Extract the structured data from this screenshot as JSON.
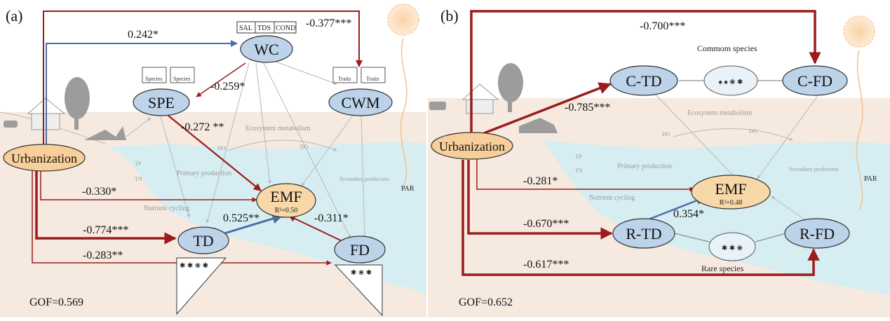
{
  "panels": [
    {
      "id": "a",
      "panel_label": "(a)",
      "gof": "GOF=0.569",
      "nodes": {
        "urbanization": "Urbanization",
        "wc": "WC",
        "spe": "SPE",
        "cwm": "CWM",
        "emf": "EMF",
        "emf_r2": "R²=0.50",
        "td": "TD",
        "fd": "FD"
      },
      "wc_box": [
        "SAL",
        "TDS",
        "COND"
      ],
      "spe_box": [
        "Species",
        "Species"
      ],
      "cwm_box": [
        "Traits",
        "Traits"
      ],
      "coefficients": {
        "urb_wc": "0.242*",
        "urb_fd_top": "-0.377***",
        "wc_spe": "-0.259*",
        "spe_emf": "-0.272 **",
        "urb_emf": "-0.330*",
        "urb_td": "-0.774***",
        "urb_fd": "-0.283**",
        "td_emf": "0.525**",
        "fd_emf": "-0.311*"
      },
      "background_labels": {
        "ecosystem_metabolism": "Ecosystem metabolism",
        "primary_production": "Primary production",
        "secondary_production": "Secondary production",
        "nutrient_cycling": "Nutrient cycling",
        "par": "PAR",
        "do_1": "DO",
        "do_2": "DO",
        "tp": "TP",
        "tn": "TN"
      }
    },
    {
      "id": "b",
      "panel_label": "(b)",
      "gof": "GOF=0.652",
      "nodes": {
        "urbanization": "Urbanization",
        "ctd": "C-TD",
        "cfd": "C-FD",
        "emf": "EMF",
        "emf_r2": "R²=0.48",
        "rtd": "R-TD",
        "rfd": "R-FD"
      },
      "group_labels": {
        "common": "Commom species",
        "rare": "Rare species"
      },
      "coefficients": {
        "urb_cfd": "-0.700***",
        "urb_ctd": "-0.785***",
        "urb_emf": "-0.281*",
        "urb_rtd": "-0.670***",
        "rtd_emf": "0.354*",
        "urb_rfd": "-0.617***"
      },
      "background_labels": {
        "ecosystem_metabolism": "Ecosystem metabolism",
        "primary_production": "Primary production",
        "secondary_production": "Secondary production",
        "nutrient_cycling": "Nutrient cycling",
        "par": "PAR",
        "do_1": "DO",
        "do_2": "DO",
        "tp": "TP",
        "tn": "TN"
      }
    }
  ],
  "colors": {
    "negative_path": "#9b1c1c",
    "positive_path": "#4a6fa5",
    "node_fill": "#bcd3ea",
    "urban_fill": "#f8cf9a",
    "emf_fill": "#f8d8a8",
    "water": "#d7eef2",
    "land": "#f5e7dd",
    "grey_path": "#b8b8b8"
  }
}
